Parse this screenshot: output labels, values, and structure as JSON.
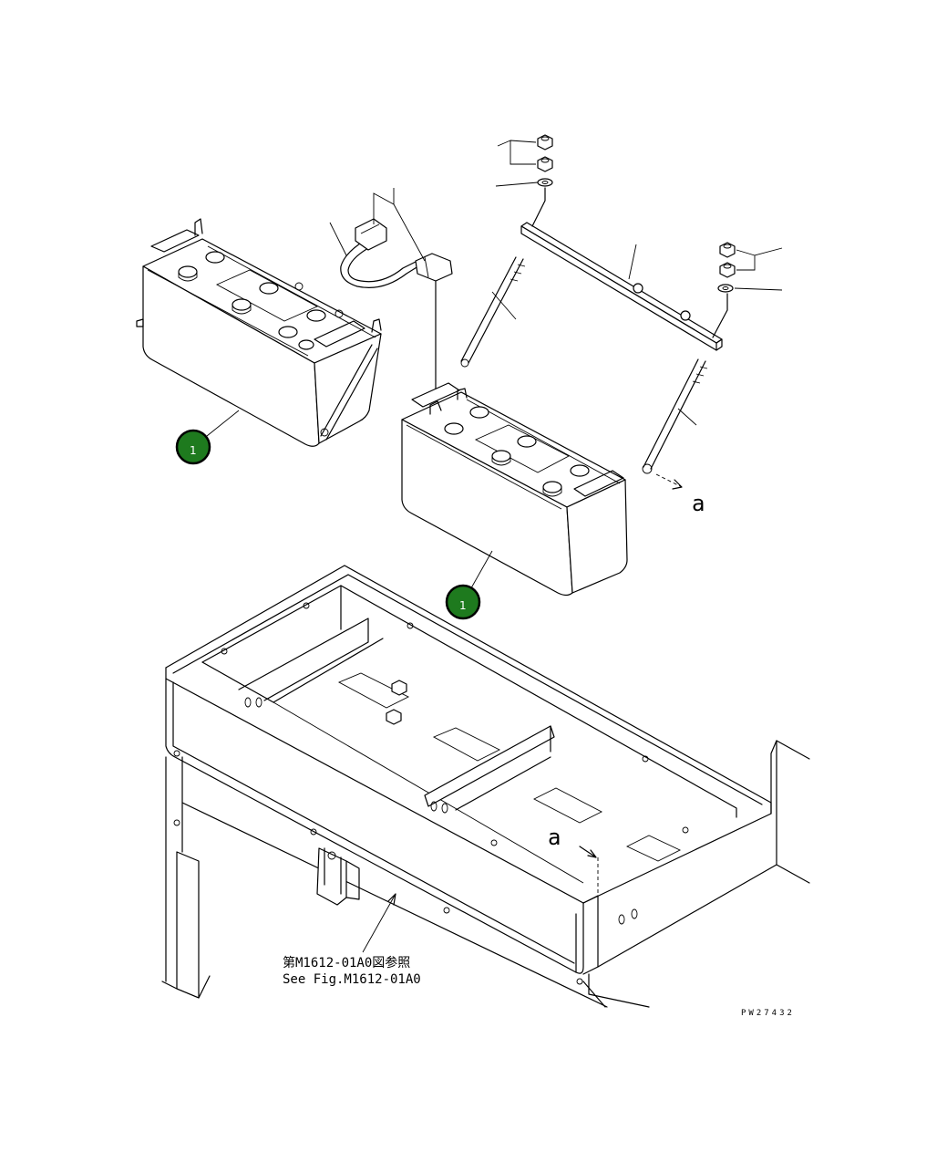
{
  "callouts": [
    {
      "label": "1"
    },
    {
      "label": "1"
    }
  ],
  "view_marker": {
    "letter": "a"
  },
  "reference_note": {
    "japanese": "第M1612-01A0図参照",
    "english": "See Fig.M1612-01A0"
  },
  "drawing_id": "PW27432",
  "colors": {
    "callout_fill": "#1e7a1e",
    "line": "#000000",
    "background": "#ffffff"
  }
}
